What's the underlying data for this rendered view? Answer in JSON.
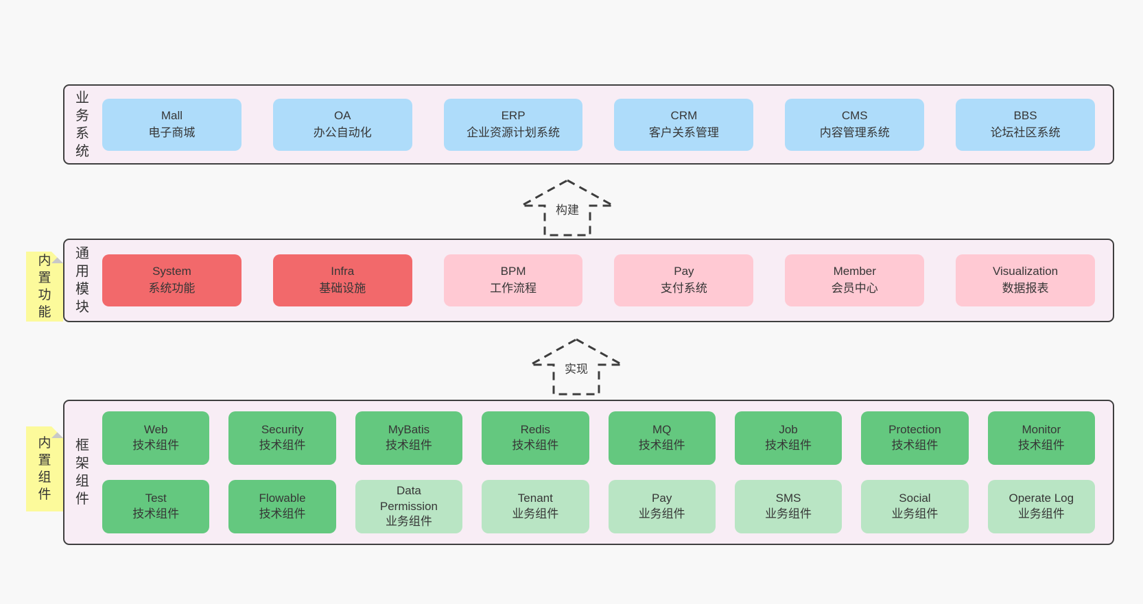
{
  "page": {
    "background": "#f8f8f8",
    "panel_background": "#f8edf5",
    "panel_border": "#3f3f3f"
  },
  "colors": {
    "blue_box": "#aedcfa",
    "red_box": "#f2696b",
    "pink_box": "#ffc9d3",
    "green_box": "#64c87f",
    "light_green_box": "#b9e5c4",
    "sticky_note": "#fcfa9b",
    "note_fold": "#c8c8c8",
    "text": "#363636"
  },
  "arrows": [
    {
      "label": "构建"
    },
    {
      "label": "实现"
    }
  ],
  "notes": [
    {
      "text": "内置功能"
    },
    {
      "text": "内置组件"
    }
  ],
  "sections": [
    {
      "label": "业务系统",
      "rows": [
        [
          {
            "title": "Mall",
            "subtitle": "电子商城",
            "variant": "blue"
          },
          {
            "title": "OA",
            "subtitle": "办公自动化",
            "variant": "blue"
          },
          {
            "title": "ERP",
            "subtitle": "企业资源计划系统",
            "variant": "blue"
          },
          {
            "title": "CRM",
            "subtitle": "客户关系管理",
            "variant": "blue"
          },
          {
            "title": "CMS",
            "subtitle": "内容管理系统",
            "variant": "blue"
          },
          {
            "title": "BBS",
            "subtitle": "论坛社区系统",
            "variant": "blue"
          }
        ]
      ]
    },
    {
      "label": "通用模块",
      "rows": [
        [
          {
            "title": "System",
            "subtitle": "系统功能",
            "variant": "red"
          },
          {
            "title": "Infra",
            "subtitle": "基础设施",
            "variant": "red"
          },
          {
            "title": "BPM",
            "subtitle": "工作流程",
            "variant": "pink"
          },
          {
            "title": "Pay",
            "subtitle": "支付系统",
            "variant": "pink"
          },
          {
            "title": "Member",
            "subtitle": "会员中心",
            "variant": "pink"
          },
          {
            "title": "Visualization",
            "subtitle": "数据报表",
            "variant": "pink"
          }
        ]
      ]
    },
    {
      "label": "框架组件",
      "rows": [
        [
          {
            "title": "Web",
            "subtitle": "技术组件",
            "variant": "green"
          },
          {
            "title": "Security",
            "subtitle": "技术组件",
            "variant": "green"
          },
          {
            "title": "MyBatis",
            "subtitle": "技术组件",
            "variant": "green"
          },
          {
            "title": "Redis",
            "subtitle": "技术组件",
            "variant": "green"
          },
          {
            "title": "MQ",
            "subtitle": "技术组件",
            "variant": "green"
          },
          {
            "title": "Job",
            "subtitle": "技术组件",
            "variant": "green"
          },
          {
            "title": "Protection",
            "subtitle": "技术组件",
            "variant": "green"
          },
          {
            "title": "Monitor",
            "subtitle": "技术组件",
            "variant": "green"
          }
        ],
        [
          {
            "title": "Test",
            "subtitle": "技术组件",
            "variant": "green"
          },
          {
            "title": "Flowable",
            "subtitle": "技术组件",
            "variant": "green"
          },
          {
            "title": "Data Permission",
            "subtitle": "业务组件",
            "variant": "green-light"
          },
          {
            "title": "Tenant",
            "subtitle": "业务组件",
            "variant": "green-light"
          },
          {
            "title": "Pay",
            "subtitle": "业务组件",
            "variant": "green-light"
          },
          {
            "title": "SMS",
            "subtitle": "业务组件",
            "variant": "green-light"
          },
          {
            "title": "Social",
            "subtitle": "业务组件",
            "variant": "green-light"
          },
          {
            "title": "Operate Log",
            "subtitle": "业务组件",
            "variant": "green-light"
          }
        ]
      ]
    }
  ]
}
